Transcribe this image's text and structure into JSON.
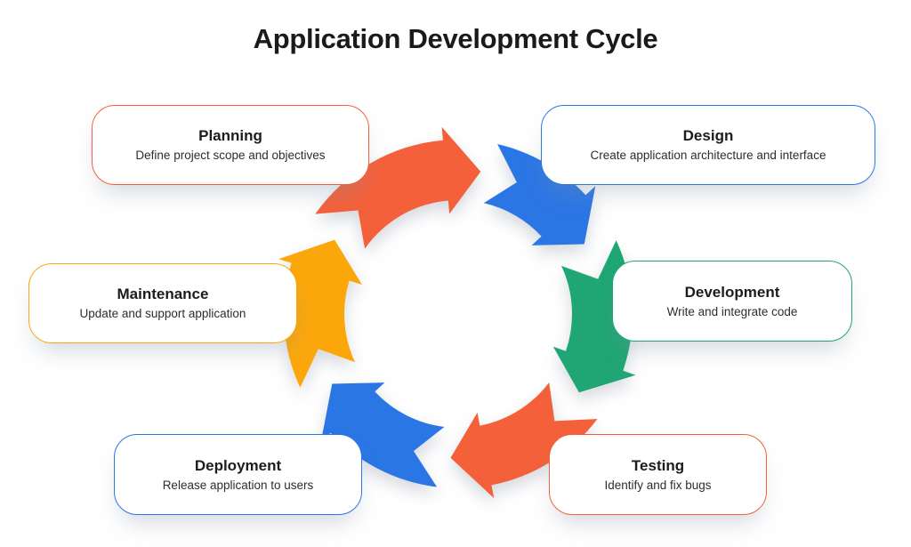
{
  "title": "Application Development Cycle",
  "palette": {
    "orange": "#F4603A",
    "blue": "#2B76E5",
    "green": "#1FA674",
    "yellow": "#FBA70B",
    "heading_text": "#1a1a1c",
    "body_text": "#2d2d30",
    "background": "#ffffff"
  },
  "stages": [
    {
      "id": "planning",
      "label": "Planning",
      "description": "Define project scope and objectives",
      "color": "#F4603A"
    },
    {
      "id": "design",
      "label": "Design",
      "description": "Create application architecture and interface",
      "color": "#2B76E5"
    },
    {
      "id": "development",
      "label": "Development",
      "description": "Write and integrate code",
      "color": "#1FA674"
    },
    {
      "id": "testing",
      "label": "Testing",
      "description": "Identify and fix bugs",
      "color": "#F4603A"
    },
    {
      "id": "deployment",
      "label": "Deployment",
      "description": "Release application to users",
      "color": "#2B76E5"
    },
    {
      "id": "maintenance",
      "label": "Maintenance",
      "description": "Update and support application",
      "color": "#FBA70B"
    }
  ],
  "ring": {
    "direction": "clockwise",
    "segments": [
      {
        "stage": "planning",
        "start_deg": 304,
        "end_deg": 372
      },
      {
        "stage": "design",
        "start_deg": 12,
        "end_deg": 64
      },
      {
        "stage": "development",
        "start_deg": 64,
        "end_deg": 126
      },
      {
        "stage": "testing",
        "start_deg": 126,
        "end_deg": 186
      },
      {
        "stage": "deployment",
        "start_deg": 186,
        "end_deg": 244
      },
      {
        "stage": "maintenance",
        "start_deg": 244,
        "end_deg": 304
      }
    ]
  }
}
